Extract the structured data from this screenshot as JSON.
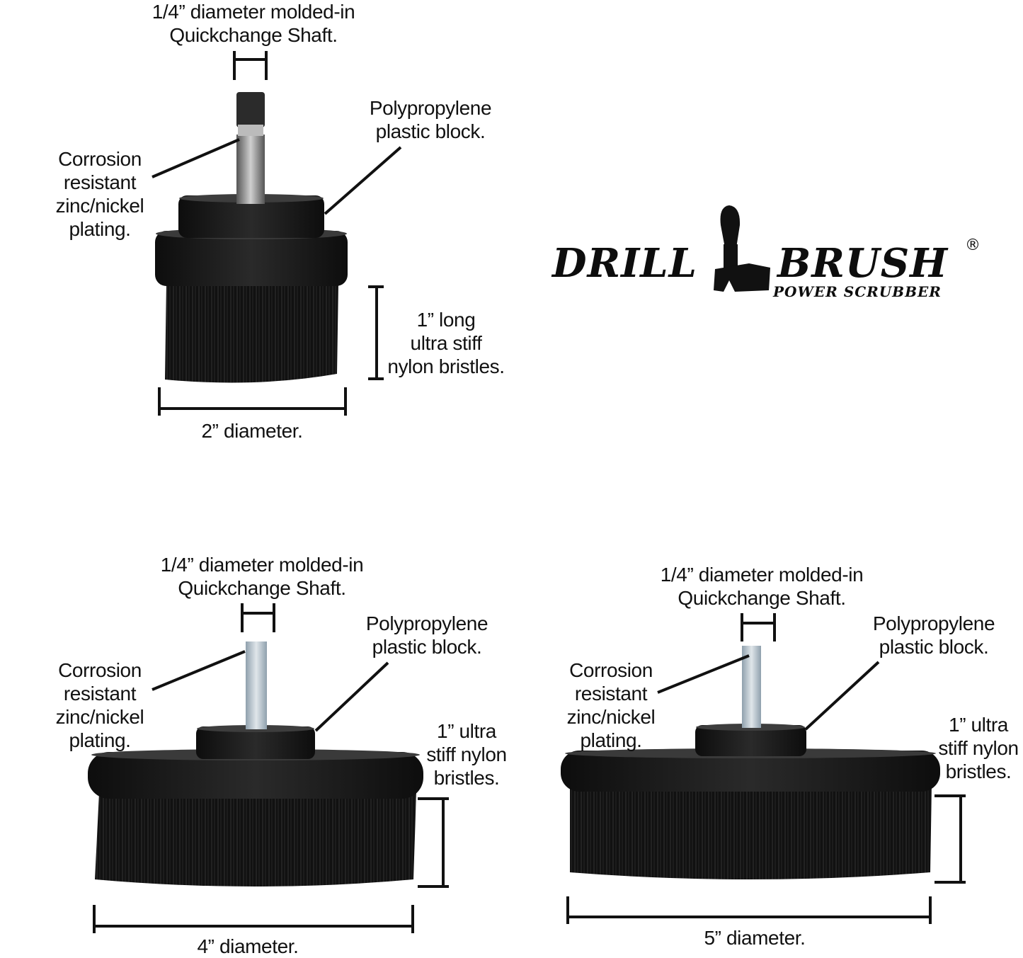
{
  "brand": {
    "word1": "DRILL",
    "word2": "BRUSH",
    "tagline": "POWER SCRUBBER",
    "registered": "®",
    "color": "#0d0d0d"
  },
  "brush_small": {
    "shaft": [
      "1/4” diameter molded-in",
      "Quickchange Shaft."
    ],
    "block": [
      "Polypropylene",
      "plastic block."
    ],
    "plating": [
      "Corrosion",
      "resistant",
      "zinc/nickel",
      "plating."
    ],
    "bristles": [
      "1” long",
      "ultra stiff",
      "nylon bristles."
    ],
    "diameter": "2” diameter."
  },
  "brush_medium": {
    "shaft": [
      "1/4” diameter molded-in",
      "Quickchange Shaft."
    ],
    "block": [
      "Polypropylene",
      "plastic block."
    ],
    "plating": [
      "Corrosion",
      "resistant",
      "zinc/nickel",
      "plating."
    ],
    "bristles": [
      "1” ultra",
      "stiff nylon",
      "bristles."
    ],
    "diameter": "4” diameter."
  },
  "brush_large": {
    "shaft": [
      "1/4” diameter molded-in",
      "Quickchange Shaft."
    ],
    "block": [
      "Polypropylene",
      "plastic block."
    ],
    "plating": [
      "Corrosion",
      "resistant",
      "zinc/nickel",
      "plating."
    ],
    "bristles": [
      "1” ultra",
      "stiff nylon",
      "bristles."
    ],
    "diameter": "5” diameter."
  }
}
